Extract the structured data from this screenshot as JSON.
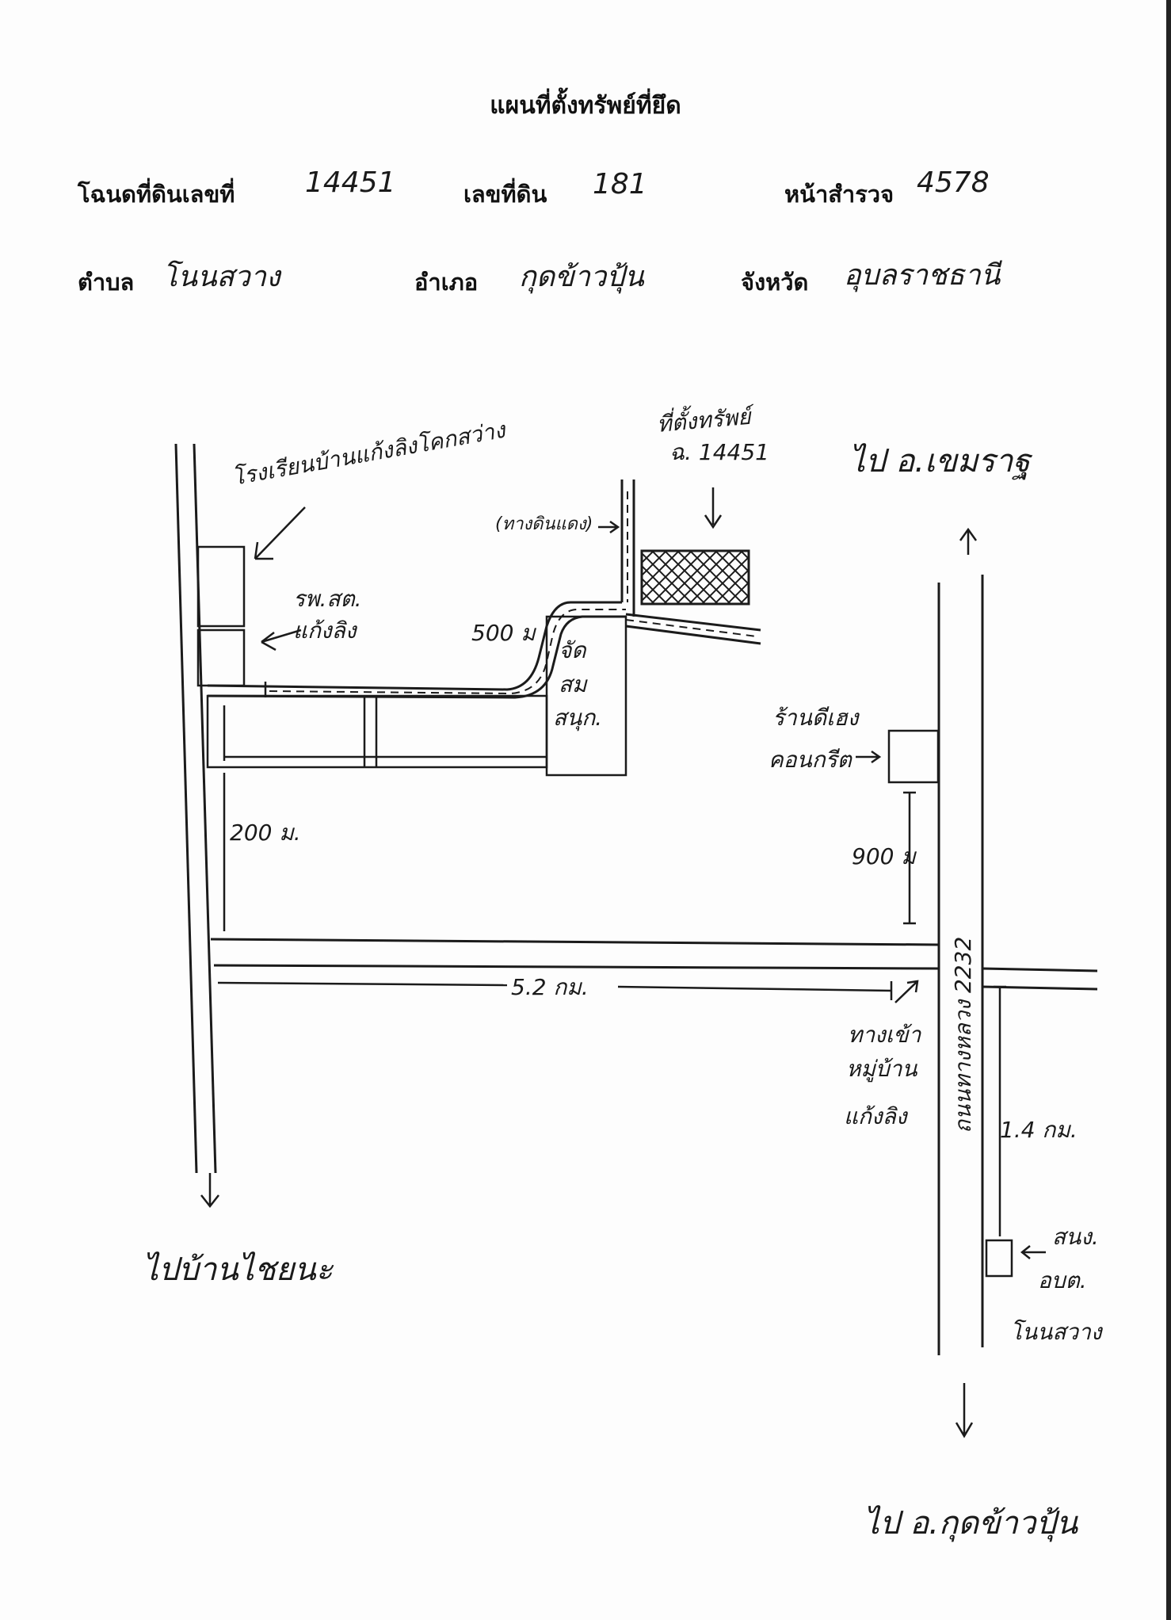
{
  "header": {
    "title": "แผนที่ตั้งทรัพย์ที่ยึด",
    "deed_label": "โฉนดที่ดินเลขที่",
    "deed_value": "14451",
    "land_no_label": "เลขที่ดิน",
    "land_no_value": "181",
    "survey_label": "หน้าสำรวจ",
    "survey_value": "4578",
    "subdistrict_label": "ตำบล",
    "subdistrict_value": "โนนสวาง",
    "district_label": "อำเภอ",
    "district_value": "กุดข้าวปุ้น",
    "province_label": "จังหวัด",
    "province_value": "อุบลราชธานี"
  },
  "map": {
    "school": "โรงเรียนบ้านแก้งลิงโคกสว่าง",
    "property_title": "ที่ตั้งทรัพย์",
    "property_deed": "ฉ. 14451",
    "to_khemarat": "ไป อ.เขมราฐ",
    "laterite_road": "(ทางดินแดง)",
    "health_station_1": "รพ.สต.",
    "health_station_2": "แก้งลิง",
    "dist_500": "500 ม",
    "zone_1": "จัด",
    "zone_2": "สม",
    "zone_3": "สนุก.",
    "shop_1": "ร้านดีเฮง",
    "shop_2": "คอนกรีต",
    "dist_200": "200 ม.",
    "dist_900": "900 ม",
    "highway": "ถนนทางหลวง 2232",
    "dist_5_2km": "5.2 กม.",
    "entry_1": "ทางเข้า",
    "entry_2": "หมู่บ้าน",
    "entry_3": "แก้งลิง",
    "dist_1_4km": "1.4 กม.",
    "office_1": "สนง.",
    "office_2": "อบต.",
    "office_3": "โนนสวาง",
    "to_chaiyana": "ไปบ้านไชยนะ",
    "to_kudkhaopun": "ไป อ.กุดข้าวปุ้น"
  }
}
